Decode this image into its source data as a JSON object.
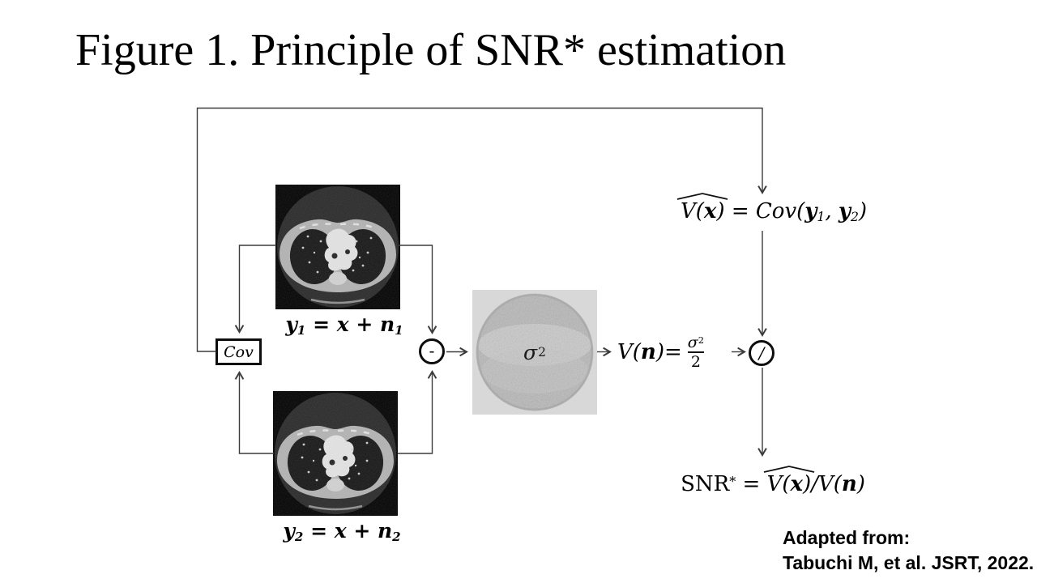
{
  "title": "Figure 1. Principle of SNR* estimation",
  "diagram": {
    "cov_box": "Cov",
    "minus": "-",
    "divide": "/",
    "noise_sigma": {
      "base": "σ",
      "exp": "2"
    },
    "img1_label": {
      "y": "y",
      "ysub": "1",
      "eq": " = ",
      "x": "x",
      "plus": " + ",
      "n": "n",
      "nsub": "1"
    },
    "img2_label": {
      "y": "y",
      "ysub": "2",
      "eq": " = ",
      "x": "x",
      "plus": " + ",
      "n": "n",
      "nsub": "2"
    },
    "formula_cov": {
      "v": "V(",
      "x": "x",
      "vclose": ")",
      "eq": " = ",
      "cov": "Cov(",
      "y1": "y",
      "s1": "1",
      "comma": ", ",
      "y2": "y",
      "s2": "2",
      "close": ")"
    },
    "formula_vn": {
      "v": "V(",
      "n": "n",
      "vclose": ")",
      "eq": " = ",
      "num": "σ",
      "numexp": "2",
      "den": "2"
    },
    "formula_snr": {
      "snr": "SNR",
      "star": "*",
      "eq": " = ",
      "v": "V(",
      "x": "x",
      "vclose": ")",
      "slash": "/",
      "v2": "V(",
      "n": "n",
      "v2close": ")"
    }
  },
  "line_color": "#3c3c3c",
  "credit": {
    "line1": "Adapted from:",
    "line2": "Tabuchi M, et al. JSRT, 2022."
  }
}
